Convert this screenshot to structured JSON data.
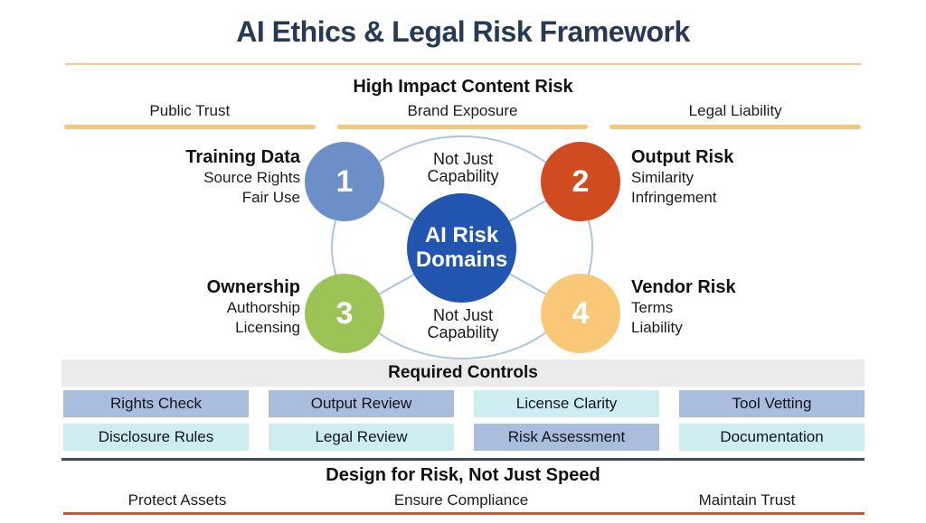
{
  "title": "AI Ethics & Legal Risk Framework",
  "top_section": {
    "heading": "High Impact Content Risk",
    "labels": [
      "Public Trust",
      "Brand Exposure",
      "Legal Liability"
    ]
  },
  "diagram": {
    "center_label": "AI Risk Domains",
    "top_note": "Not Just Capability",
    "bottom_note": "Not Just Capability",
    "domains": [
      {
        "number": "1",
        "title": "Training Data",
        "sub": [
          "Source Rights",
          "Fair Use"
        ]
      },
      {
        "number": "2",
        "title": "Output Risk",
        "sub": [
          "Similarity",
          "Infringement"
        ]
      },
      {
        "number": "3",
        "title": "Ownership",
        "sub": [
          "Authorship",
          "Licensing"
        ]
      },
      {
        "number": "4",
        "title": "Vendor Risk",
        "sub": [
          "Terms",
          "Liability"
        ]
      }
    ]
  },
  "controls": {
    "heading": "Required Controls",
    "row1": [
      "Rights Check",
      "Output Review",
      "License Clarity",
      "Tool Vetting"
    ],
    "row2": [
      "Disclosure Rules",
      "Legal Review",
      "Risk Assessment",
      "Documentation"
    ]
  },
  "footer": {
    "heading": "Design for Risk, Not Just Speed",
    "labels": [
      "Protect Assets",
      "Ensure Compliance",
      "Maintain Trust"
    ]
  },
  "colors": {
    "title_navy": "#263a55",
    "gold_line": "#eecb88",
    "orange_bar": "#f5c77c",
    "ellipse_stroke": "#a9c6e3",
    "center_blue": "#2155af",
    "circle1_blue": "#6d8fc7",
    "circle2_orange": "#d04b1f",
    "circle3_green": "#9cc355",
    "circle4_peach": "#f8c878",
    "box_blue": "#a9bddc",
    "box_cyan": "#cdedf0",
    "band_gray": "#ebebeb",
    "dark_line": "#3b4a63",
    "red_line": "#dd4e2a"
  }
}
